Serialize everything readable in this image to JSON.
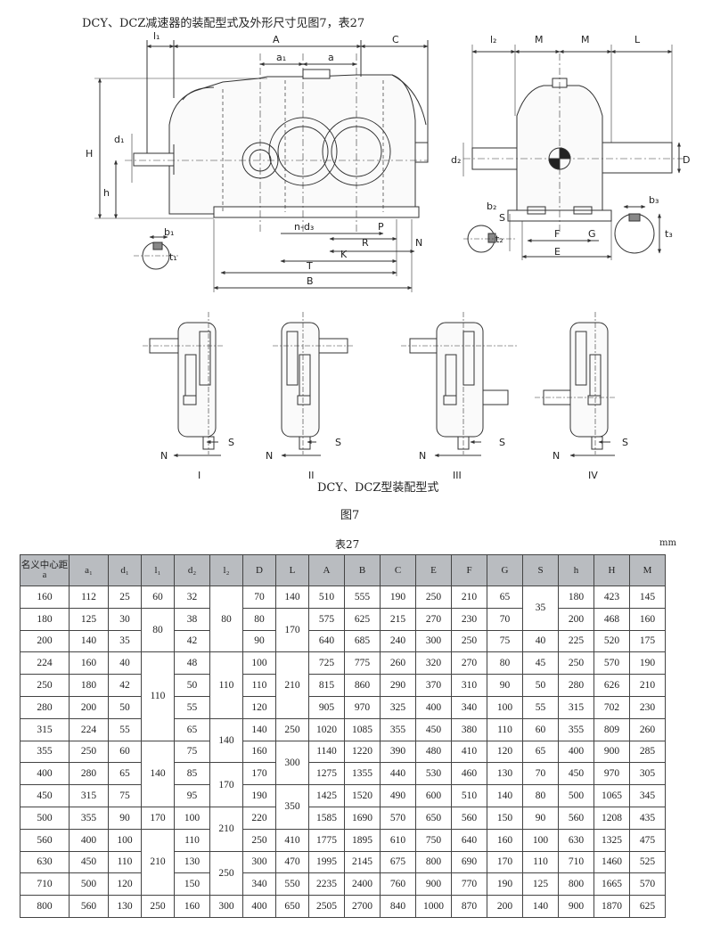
{
  "header": {
    "caption": "DCY、DCZ减速器的装配型式及外形尺寸见图7，表27"
  },
  "front_view": {
    "labels": {
      "l1": "l₁",
      "A": "A",
      "C": "C",
      "a1": "a₁",
      "a": "a",
      "H": "H",
      "h": "h",
      "d1": "d₁",
      "b1": "b₁",
      "t1": "t₁",
      "nd3": "n-d₃",
      "P": "P",
      "R": "R",
      "N": "N",
      "K": "K",
      "T": "T",
      "B": "B"
    }
  },
  "side_view": {
    "labels": {
      "l2": "l₂",
      "M1": "M",
      "M2": "M",
      "L": "L",
      "d2": "d₂",
      "D": "D",
      "b2": "b₂",
      "S": "S",
      "t2": "t₂",
      "F": "F",
      "G": "G",
      "E": "E",
      "b3": "b₃",
      "t3": "t₃"
    }
  },
  "assembly": {
    "forms": [
      {
        "roman": "I",
        "s": "S",
        "n": "N"
      },
      {
        "roman": "II",
        "s": "S",
        "n": "N"
      },
      {
        "roman": "III",
        "s": "S",
        "n": "N"
      },
      {
        "roman": "IV",
        "s": "S",
        "n": "N"
      }
    ],
    "caption": "DCY、DCZ型装配型式",
    "figure_label": "图7"
  },
  "table": {
    "title": "表27",
    "unit": "mm",
    "headers": [
      "名义中心距a",
      "a₁",
      "d₁",
      "l₁",
      "d₂",
      "l₂",
      "D",
      "L",
      "A",
      "B",
      "C",
      "E",
      "F",
      "G",
      "S",
      "h",
      "H",
      "M"
    ],
    "rows": [
      [
        "160",
        "112",
        "25",
        "60",
        "32",
        "80",
        "70",
        "140",
        "510",
        "555",
        "190",
        "250",
        "210",
        "65",
        "35",
        "180",
        "423",
        "145"
      ],
      [
        "180",
        "125",
        "30",
        "80",
        "38",
        "",
        "80",
        "170",
        "575",
        "625",
        "215",
        "270",
        "230",
        "70",
        "",
        "200",
        "468",
        "160"
      ],
      [
        "200",
        "140",
        "35",
        "",
        "42",
        "",
        "90",
        "",
        "640",
        "685",
        "240",
        "300",
        "250",
        "75",
        "40",
        "225",
        "520",
        "175"
      ],
      [
        "224",
        "160",
        "40",
        "110",
        "48",
        "110",
        "100",
        "210",
        "725",
        "775",
        "260",
        "320",
        "270",
        "80",
        "45",
        "250",
        "570",
        "190"
      ],
      [
        "250",
        "180",
        "42",
        "",
        "50",
        "",
        "110",
        "",
        "815",
        "860",
        "290",
        "370",
        "310",
        "90",
        "50",
        "280",
        "626",
        "210"
      ],
      [
        "280",
        "200",
        "50",
        "",
        "55",
        "",
        "120",
        "",
        "905",
        "970",
        "325",
        "400",
        "340",
        "100",
        "55",
        "315",
        "702",
        "230"
      ],
      [
        "315",
        "224",
        "55",
        "",
        "65",
        "140",
        "140",
        "250",
        "1020",
        "1085",
        "355",
        "450",
        "380",
        "110",
        "60",
        "355",
        "809",
        "260"
      ],
      [
        "355",
        "250",
        "60",
        "140",
        "75",
        "",
        "160",
        "300",
        "1140",
        "1220",
        "390",
        "480",
        "410",
        "120",
        "65",
        "400",
        "900",
        "285"
      ],
      [
        "400",
        "280",
        "65",
        "",
        "85",
        "170",
        "170",
        "",
        "1275",
        "1355",
        "440",
        "530",
        "460",
        "130",
        "70",
        "450",
        "970",
        "305"
      ],
      [
        "450",
        "315",
        "75",
        "",
        "95",
        "",
        "190",
        "350",
        "1425",
        "1520",
        "490",
        "600",
        "510",
        "140",
        "80",
        "500",
        "1065",
        "345"
      ],
      [
        "500",
        "355",
        "90",
        "170",
        "100",
        "210",
        "220",
        "",
        "1585",
        "1690",
        "570",
        "650",
        "560",
        "150",
        "90",
        "560",
        "1208",
        "435"
      ],
      [
        "560",
        "400",
        "100",
        "210",
        "110",
        "",
        "250",
        "410",
        "1775",
        "1895",
        "610",
        "750",
        "640",
        "160",
        "100",
        "630",
        "1325",
        "475"
      ],
      [
        "630",
        "450",
        "110",
        "",
        "130",
        "250",
        "300",
        "470",
        "1995",
        "2145",
        "675",
        "800",
        "690",
        "170",
        "110",
        "710",
        "1460",
        "525"
      ],
      [
        "710",
        "500",
        "120",
        "",
        "150",
        "",
        "340",
        "550",
        "2235",
        "2400",
        "760",
        "900",
        "770",
        "190",
        "125",
        "800",
        "1665",
        "570"
      ],
      [
        "800",
        "560",
        "130",
        "250",
        "160",
        "300",
        "400",
        "650",
        "2505",
        "2700",
        "840",
        "1000",
        "870",
        "200",
        "140",
        "900",
        "1870",
        "625"
      ]
    ]
  }
}
